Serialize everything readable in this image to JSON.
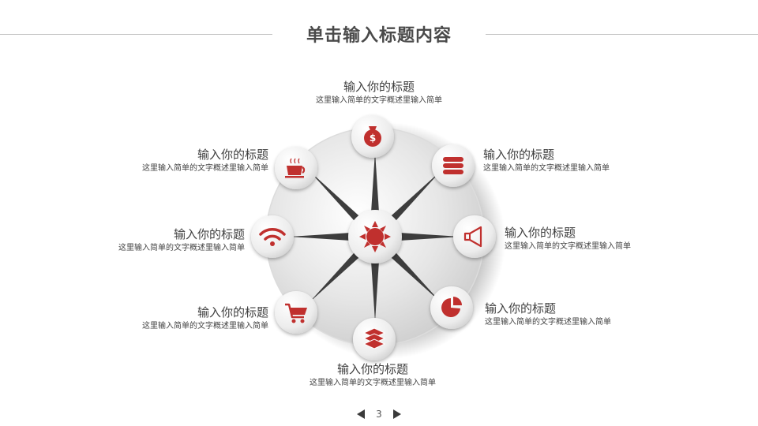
{
  "slide": {
    "title": "单击输入标题内容",
    "page_number": "3",
    "accent_color": "#c0302e"
  },
  "items": [
    {
      "title": "输入你的标题",
      "desc": "这里输入简单的文字概述里输入简单",
      "icon": "money-bag-icon"
    },
    {
      "title": "输入你的标题",
      "desc": "这里输入简单的文字概述里输入简单",
      "icon": "database-icon"
    },
    {
      "title": "输入你的标题",
      "desc": "这里输入简单的文字概述里输入简单",
      "icon": "speaker-icon"
    },
    {
      "title": "输入你的标题",
      "desc": "这里输入简单的文字概述里输入简单",
      "icon": "pie-chart-icon"
    },
    {
      "title": "输入你的标题",
      "desc": "这里输入简单的文字概述里输入简单",
      "icon": "layers-icon"
    },
    {
      "title": "输入你的标题",
      "desc": "这里输入简单的文字概述里输入简单",
      "icon": "shopping-cart-icon"
    },
    {
      "title": "输入你的标题",
      "desc": "这里输入简单的文字概述里输入简单",
      "icon": "wifi-icon"
    },
    {
      "title": "输入你的标题",
      "desc": "这里输入简单的文字概述里输入简单",
      "icon": "coffee-cup-icon"
    }
  ],
  "center_icon": "sun-icon"
}
